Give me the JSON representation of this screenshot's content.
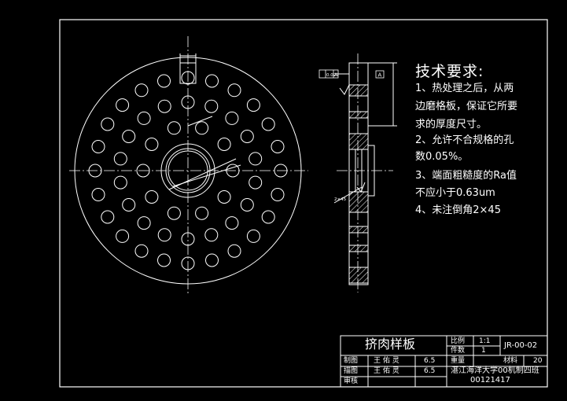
{
  "tech_requirements": {
    "title": "技术要求:",
    "lines": [
      "1、热处理之后，从两",
      "边磨格板，保证它所要",
      "求的厚度尺寸。",
      "2、允许不合规格的孔",
      "数0.05%。",
      "3、端面粗糙度的Ra值",
      "不应小于0.63um",
      "4、未注倒角2×45"
    ]
  },
  "annotations": {
    "tolerance": "0.025",
    "datum": "A",
    "chamfer": "2×45"
  },
  "title_block": {
    "part_name": "挤肉样板",
    "scale_label": "比例",
    "scale_value": "1:1",
    "quantity_label": "件数",
    "quantity_value": "1",
    "weight_label": "重量",
    "material_label": "材料",
    "material_value": "20",
    "drawing_number": "JR-00-02",
    "drawn_label": "制图",
    "drawn_name": "王 佑 灵",
    "drawn_date": "6.5",
    "traced_label": "描图",
    "traced_name": "王 佑 灵",
    "traced_date": "6.5",
    "review_label": "审核",
    "school": "湛江海洋大学00机制四班",
    "student_id": "00121417"
  },
  "colors": {
    "background": "#000000",
    "lines": "#ffffff",
    "center_lines": "#ffffff"
  }
}
